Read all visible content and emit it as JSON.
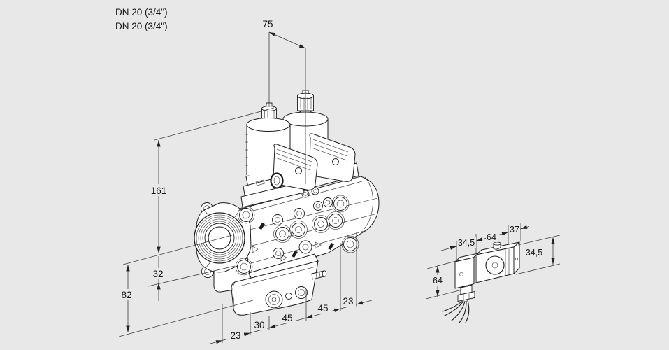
{
  "page": {
    "background": "#e8e8e8",
    "line_color": "#1c1c1c",
    "dim_color": "#3d3d3d"
  },
  "annotations": {
    "dn_label_1": "DN 20 (3/4\")",
    "dn_label_2": "DN 20 (3/4\")"
  },
  "main_view": {
    "description": "Isometric line drawing of a double solenoid gas valve with threaded flanges",
    "dims": {
      "top_width": "75",
      "height_total": "161",
      "center_to_base": "32",
      "base_height": "82",
      "bottom_left_offset": "23",
      "bottom_chain": [
        "30",
        "45",
        "45",
        "23"
      ]
    }
  },
  "side_view": {
    "description": "Side view of solenoid actuator with cable connector and wires",
    "dims": {
      "connector_offset": "34,5",
      "body_length": "64",
      "body_depth": "37",
      "body_height": "34,5",
      "connector_height": "64"
    }
  }
}
